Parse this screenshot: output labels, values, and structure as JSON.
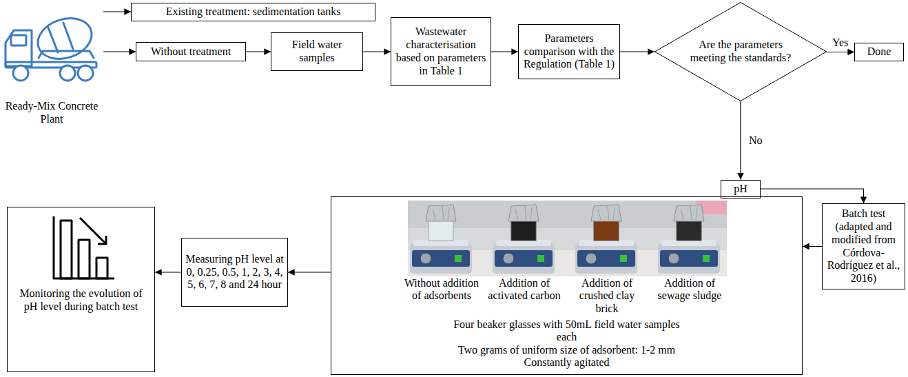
{
  "diagram": {
    "nodes": [
      {
        "text": [
          "Ready-Mix Concrete Plant"
        ]
      },
      {
        "text": [
          "Existing treatment: sedimentation tanks"
        ]
      },
      {
        "text": [
          "Without treatment"
        ]
      },
      {
        "text": [
          "Field water samples"
        ]
      },
      {
        "text": [
          "Wastewater characterisation based on parameters in Table 1"
        ]
      },
      {
        "text": [
          "Parameters comparison with the Regulation (Table 1)"
        ]
      },
      {
        "text": [
          "Are the parameters meeting the standards?"
        ]
      },
      {
        "text": [
          "Done"
        ]
      },
      {
        "text": [
          "pH"
        ]
      },
      {
        "text": [
          "Batch test (adapted and modified from Córdova-Rodríguez et al., 2016)"
        ]
      },
      {
        "text": [
          "Without addition of adsorbents",
          "Addition of activated carbon",
          "Addition of crushed clay brick",
          "Addition of sewage sludge",
          "Four beaker glasses with 50mL field water samples each",
          "Two grams of uniform size of adsorbent: 1-2 mm",
          "Constantly agitated"
        ]
      },
      {
        "text": [
          "Measuring pH level at 0, 0.25, 0.5, 1, 2, 3, 4, 5, 6, 7, 8 and 24 hour"
        ]
      },
      {
        "text": [
          "Monitoring the evolution of pH level during batch test"
        ]
      }
    ],
    "edges": [
      {
        "from": 0,
        "to": 1,
        "arrow": "to"
      },
      {
        "from": 0,
        "to": 2,
        "arrow": "to"
      },
      {
        "from": 2,
        "to": 3,
        "arrow": "to"
      },
      {
        "from": 3,
        "to": 4,
        "arrow": "to"
      },
      {
        "from": 4,
        "to": 5,
        "arrow": "to"
      },
      {
        "from": 5,
        "to": 6,
        "arrow": "to"
      },
      {
        "from": 6,
        "to": 7,
        "label": "Yes",
        "arrow": "to"
      },
      {
        "from": 6,
        "to": 8,
        "label": "No",
        "arrow": "to"
      },
      {
        "from": 8,
        "to": 9,
        "arrow": "to"
      },
      {
        "from": 9,
        "to": 10,
        "arrow": "to"
      },
      {
        "from": 10,
        "to": 11,
        "arrow": "to"
      },
      {
        "from": 11,
        "to": 12,
        "arrow": "to"
      }
    ]
  }
}
